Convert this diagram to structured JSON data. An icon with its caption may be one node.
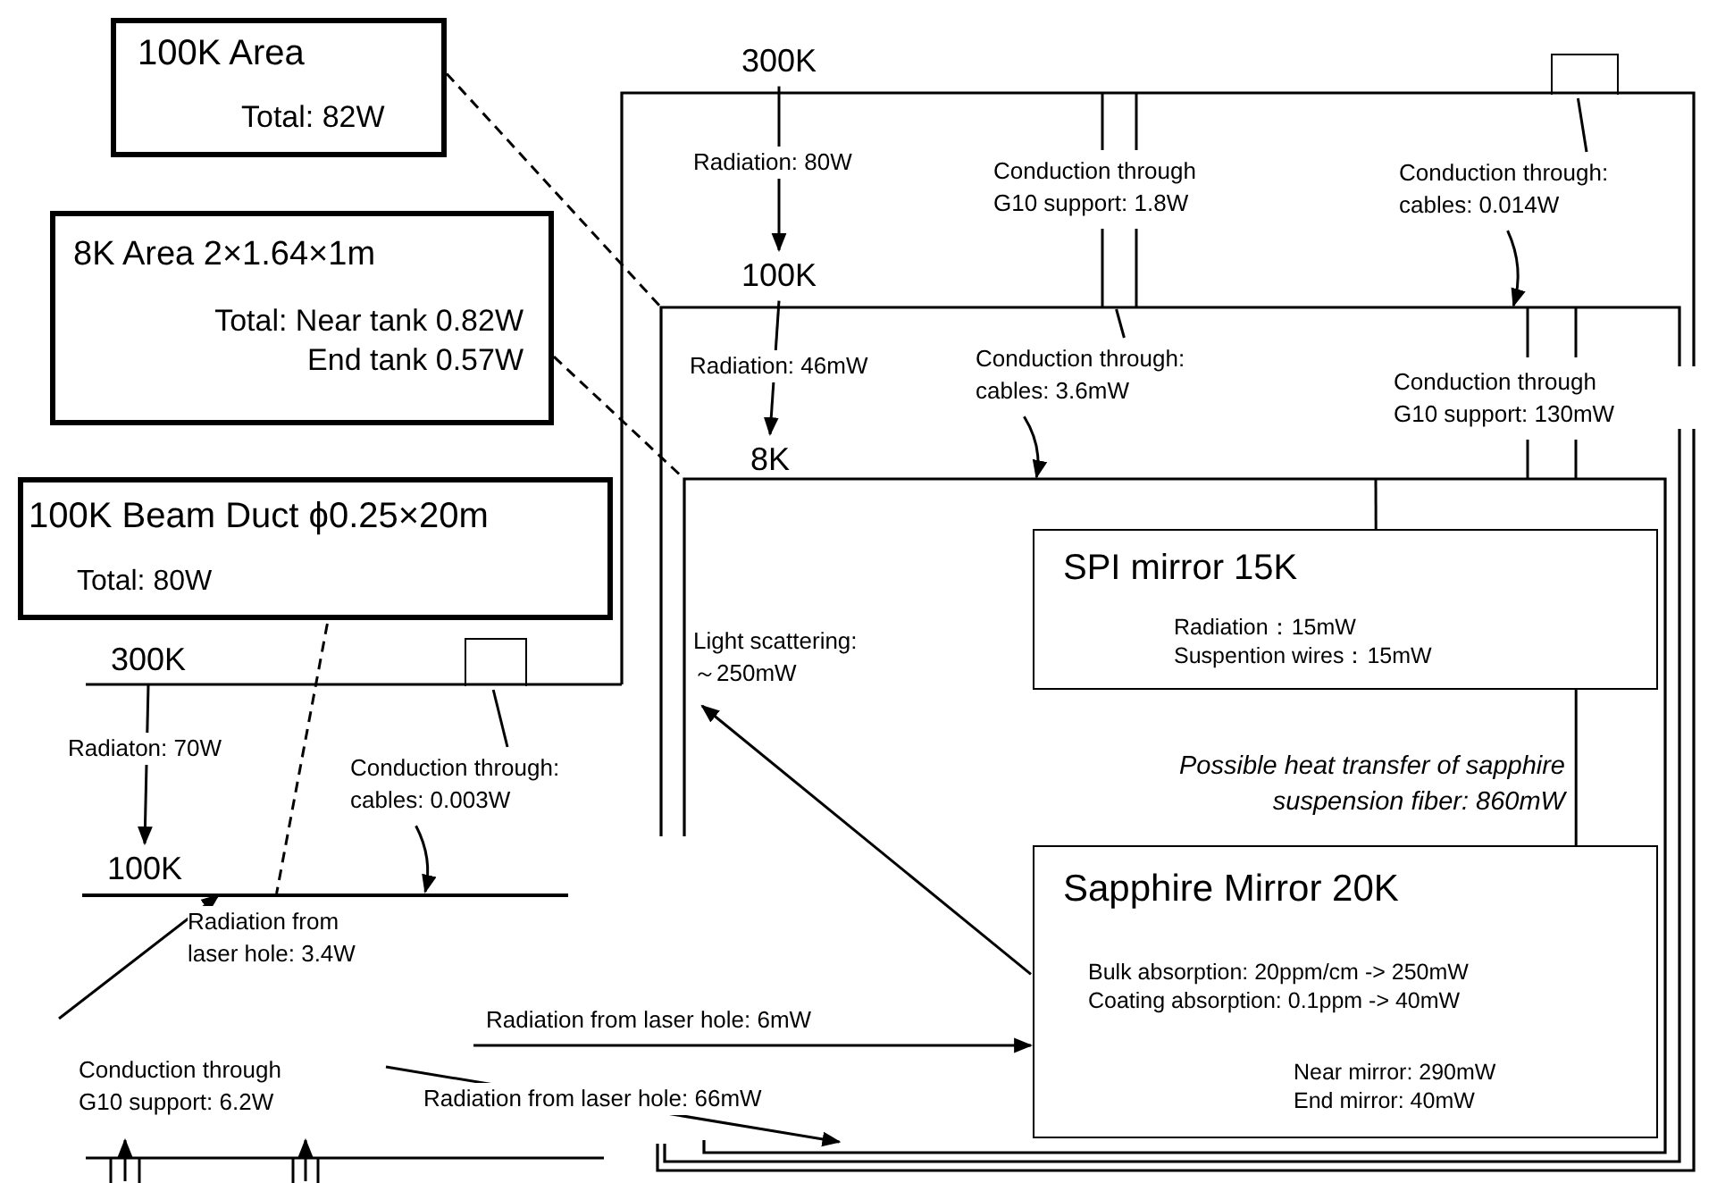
{
  "diagram": {
    "nodes": [
      {
        "text": [
          "100K Area",
          "Total: 82W"
        ]
      },
      {
        "text": [
          "8K Area 2×1.64×1m",
          "Total: Near tank 0.82W End tank 0.57W"
        ]
      },
      {
        "text": [
          "100K Beam Duct ϕ0.25×20m",
          "Total: 80W"
        ]
      },
      {
        "text": [],
        "shape": "box"
      },
      {
        "text": [
          "300K"
        ]
      },
      {
        "text": [],
        "shape": "box",
        "in": 3
      },
      {
        "text": [
          "100K"
        ],
        "in": 3
      },
      {
        "text": [],
        "shape": "box",
        "in": 5
      },
      {
        "text": [
          "8K"
        ],
        "in": 5
      },
      {
        "text": [
          "SPI mirror 15K",
          "Radiation：15mW Suspention wires：15mW"
        ],
        "in": 7
      },
      {
        "text": [
          "Sapphire Mirror 20K",
          "Bulk absorption: 20ppm/cm -> 250mW Coating absorption: 0.1ppm -> 40mW",
          "Near mirror: 290mW End mirror: 40mW"
        ],
        "in": 7
      },
      {
        "text": [
          "300K"
        ]
      },
      {
        "text": [
          "100K"
        ]
      },
      {
        "text": [],
        "shape": "bar"
      },
      {
        "text": [
          "Conduction through: cables: 0.014W"
        ],
        "in": 3
      },
      {
        "text": [
          "Conduction through: cables: 3.6mW"
        ],
        "in": 5
      },
      {
        "text": [
          "Conduction through: cables: 0.003W"
        ]
      },
      {
        "text": [],
        "shape": "box"
      },
      {
        "text": [],
        "shape": "box"
      }
    ],
    "edges": [
      {
        "from": 0,
        "to": 5,
        "arrow": "none",
        "style": "dashed"
      },
      {
        "from": 1,
        "to": 7,
        "arrow": "none",
        "style": "dashed"
      },
      {
        "from": 2,
        "to": 13,
        "arrow": "none",
        "style": "dashed"
      },
      {
        "from": 4,
        "to": 6,
        "arrow": "to",
        "label": "Radiation: 80W"
      },
      {
        "from": 6,
        "to": 8,
        "arrow": "to",
        "label": "Radiation: 46mW"
      },
      {
        "from": 11,
        "to": 12,
        "arrow": "to",
        "label": "Radiaton: 70W"
      },
      {
        "from": 14,
        "to": 5,
        "arrow": "to"
      },
      {
        "from": 15,
        "to": 7,
        "arrow": "to"
      },
      {
        "from": 16,
        "to": 13,
        "arrow": "to"
      },
      {
        "from": null,
        "to": 13,
        "arrow": "to",
        "label": "Radiation from laser hole: 3.4W"
      },
      {
        "from": null,
        "to": 10,
        "arrow": "to",
        "label": "Radiation from laser hole: 6mW"
      },
      {
        "from": null,
        "to": 7,
        "arrow": "to",
        "label": "Radiation from laser hole: 66mW"
      },
      {
        "from": 10,
        "to": null,
        "arrow": "to",
        "label": "Light scattering: ～250mW"
      },
      {
        "from": 7,
        "to": 9,
        "arrow": "none"
      },
      {
        "from": 9,
        "to": 10,
        "arrow": "none",
        "label": "Possible heat transfer of sapphire suspension fiber: 860mW"
      },
      {
        "from": 14,
        "to": 17,
        "arrow": "none"
      },
      {
        "from": 15,
        "to": 5,
        "arrow": "none"
      },
      {
        "from": 16,
        "to": 18,
        "arrow": "none"
      }
    ],
    "labels": [
      "Conduction through G10 support: 1.8W",
      "Conduction through G10 support: 130mW",
      "Conduction through G10 support: 6.2W"
    ]
  }
}
